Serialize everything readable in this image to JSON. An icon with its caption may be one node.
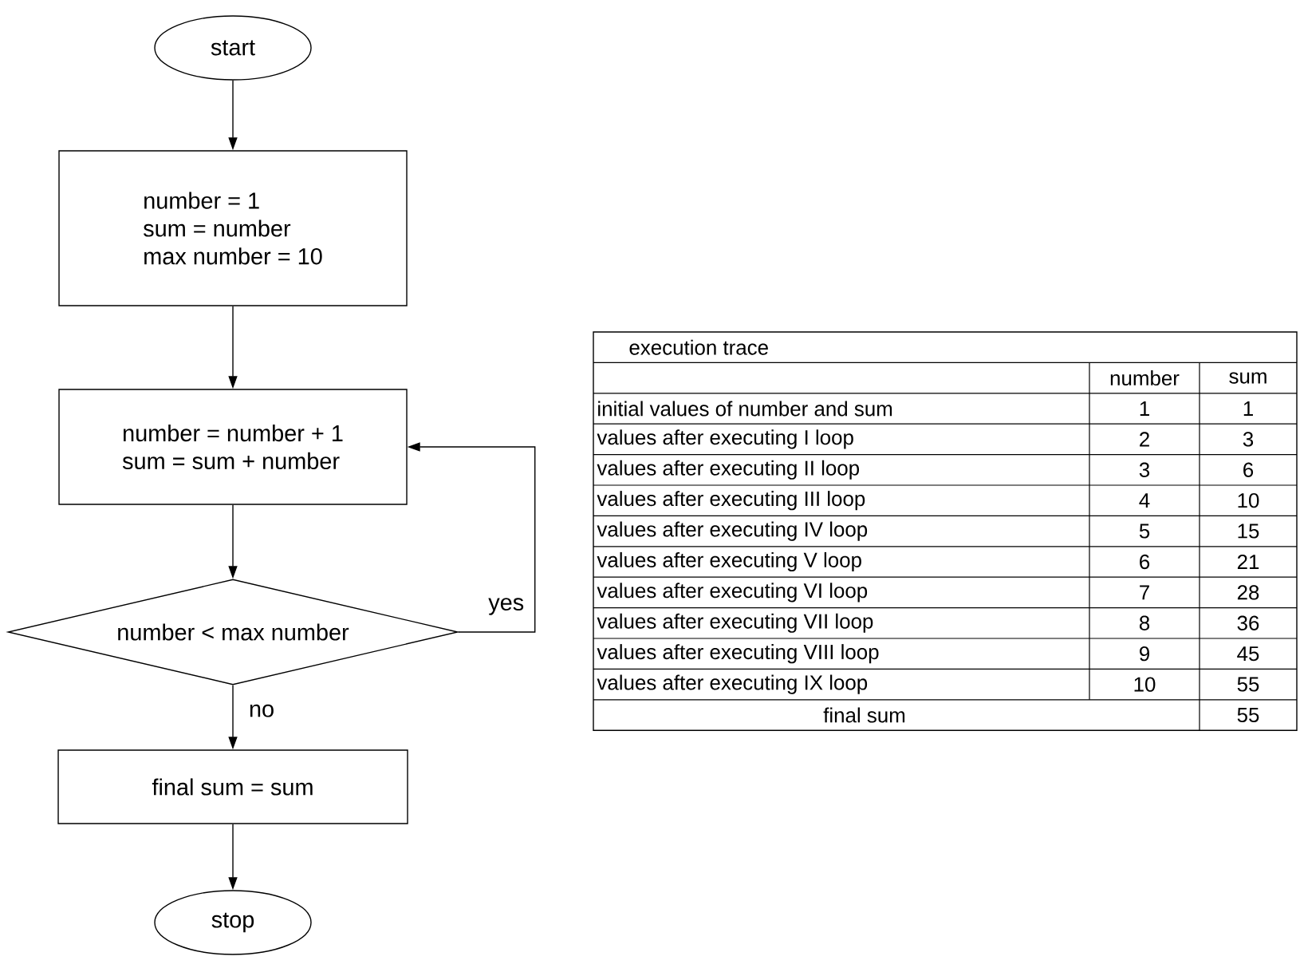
{
  "diagram": {
    "nodes": [
      {
        "text": [
          "start"
        ]
      },
      {
        "text": [
          "number = 1",
          "sum = number",
          "max number = 10"
        ]
      },
      {
        "text": [
          "number = number + 1",
          "sum = sum + number"
        ]
      },
      {
        "text": [
          "number < max number"
        ]
      },
      {
        "text": [
          "final sum = sum"
        ]
      },
      {
        "text": [
          "stop"
        ]
      }
    ],
    "edges": [
      {
        "from": 0,
        "to": 1,
        "arrow": "to"
      },
      {
        "from": 1,
        "to": 2,
        "arrow": "to"
      },
      {
        "from": 2,
        "to": 3,
        "arrow": "to"
      },
      {
        "from": 3,
        "to": 2,
        "arrow": "to",
        "label": "yes"
      },
      {
        "from": 3,
        "to": 4,
        "arrow": "to",
        "label": "no"
      },
      {
        "from": 4,
        "to": 5,
        "arrow": "to"
      }
    ],
    "labels": [
      "execution trace",
      "number",
      "sum",
      "initial values of number and sum",
      "1",
      "1",
      "values after executing I loop",
      "2",
      "3",
      "values after executing II loop",
      "3",
      "6",
      "values after executing III loop",
      "4",
      "10",
      "values after executing IV loop",
      "5",
      "15",
      "values after executing V loop",
      "6",
      "21",
      "values after executing VI loop",
      "7",
      "28",
      "values after executing VII loop",
      "8",
      "36",
      "values after executing VIII loop",
      "9",
      "45",
      "values after executing IX loop",
      "10",
      "55",
      "final sum",
      "55"
    ]
  }
}
